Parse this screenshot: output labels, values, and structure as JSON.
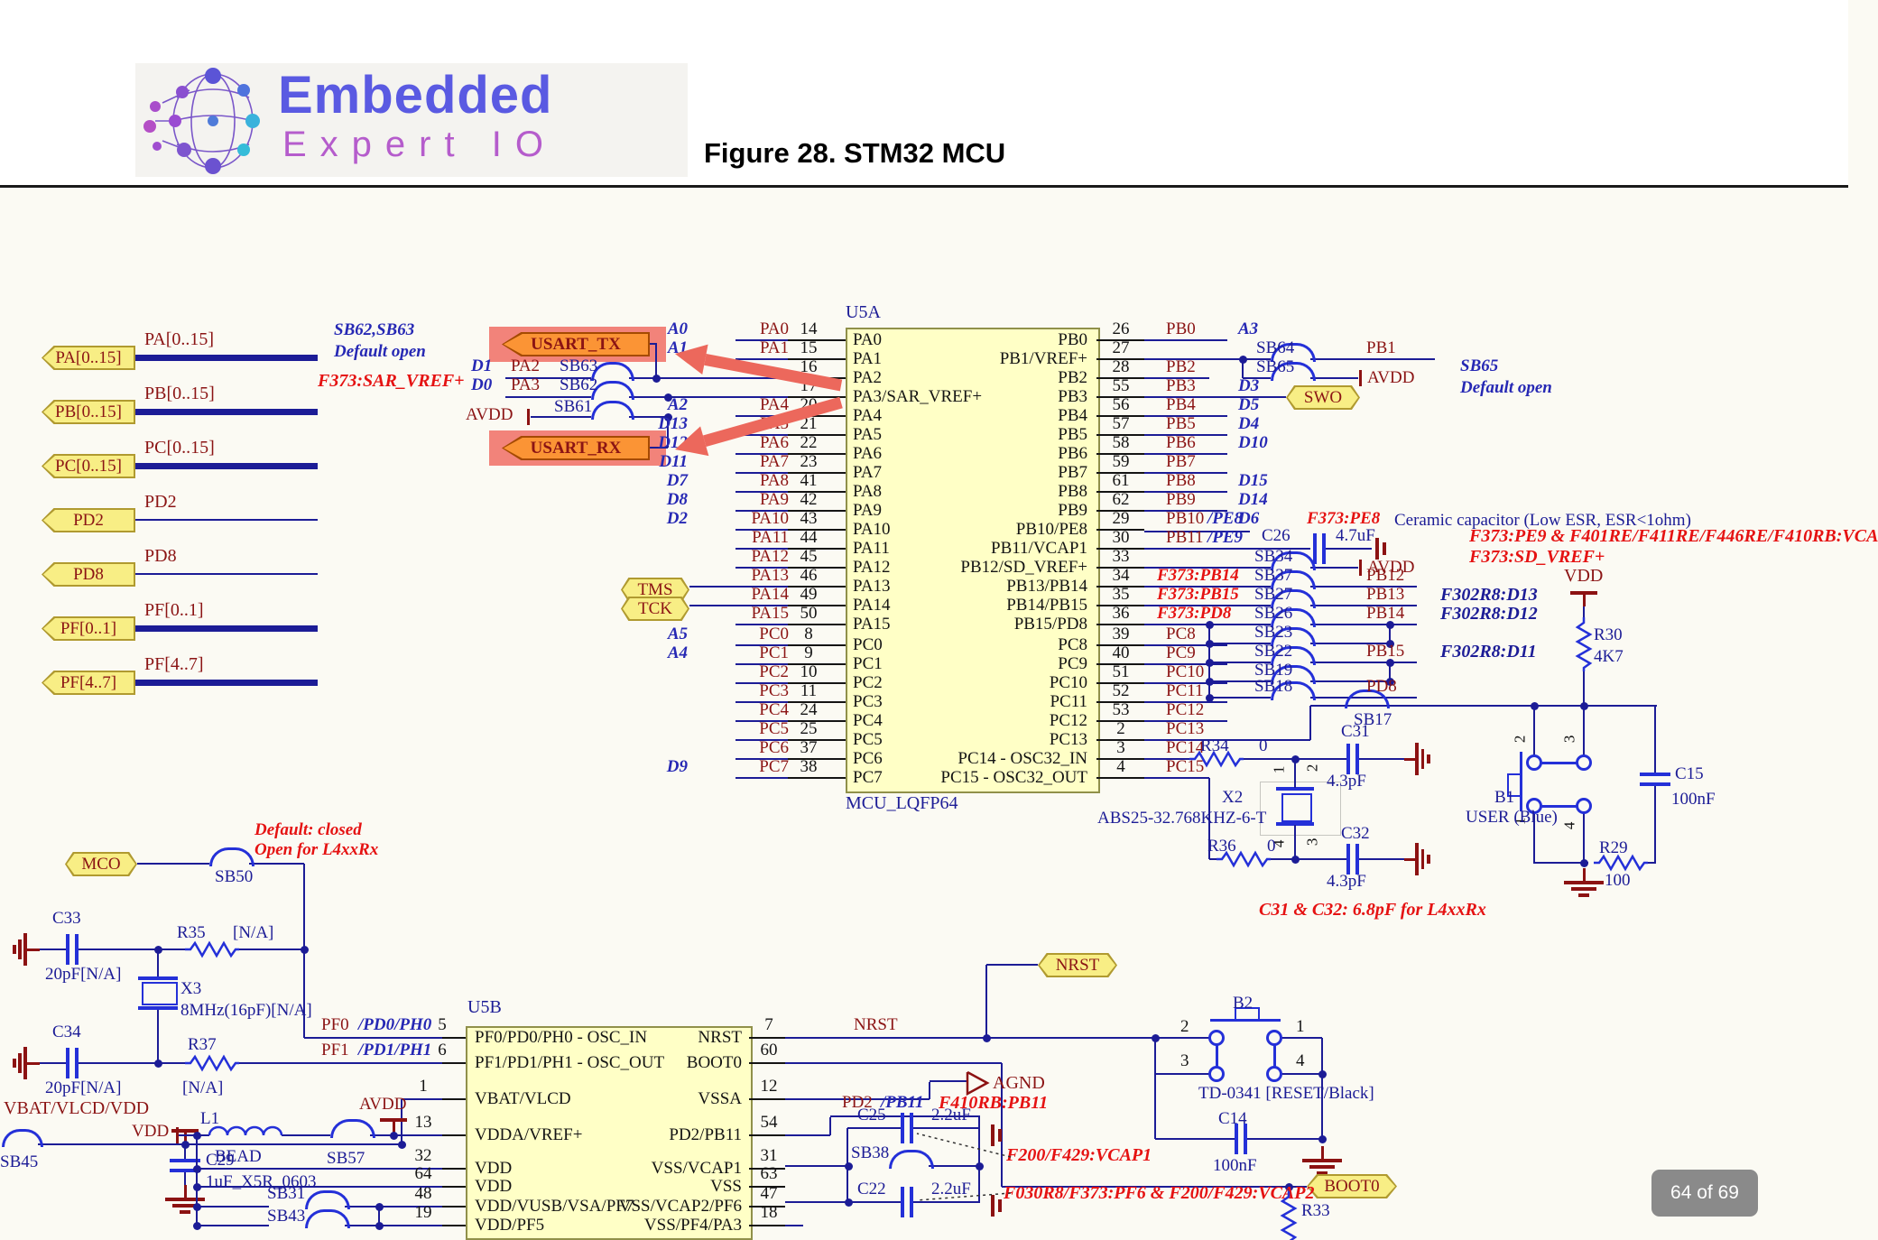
{
  "header": {
    "logo_line1": "Embedded",
    "logo_line2": "Expert IO",
    "title": "Figure 28. STM32 MCU"
  },
  "page_badge": "64 of 69",
  "ports": [
    {
      "tag": "PA[0..15]",
      "net": "PA[0..15]"
    },
    {
      "tag": "PB[0..15]",
      "net": "PB[0..15]"
    },
    {
      "tag": "PC[0..15]",
      "net": "PC[0..15]"
    },
    {
      "tag": "PD2",
      "net": "PD2"
    },
    {
      "tag": "PD8",
      "net": "PD8"
    },
    {
      "tag": "PF[0..1]",
      "net": "PF[0..1]"
    },
    {
      "tag": "PF[4..7]",
      "net": "PF[4..7]"
    }
  ],
  "usart": {
    "note1": "SB62,SB63",
    "note2": "Default open",
    "sar": "F373:SAR_VREF+",
    "tx": "USART_TX",
    "rx": "USART_RX",
    "d1": "D1",
    "d0": "D0",
    "pa2": "PA2",
    "pa3": "PA3",
    "sb63": "SB63",
    "sb62": "SB62",
    "sb61": "SB61",
    "avdd": "AVDD"
  },
  "jtag": {
    "tms": "TMS",
    "tck": "TCK"
  },
  "swo": "SWO",
  "mcu_a": {
    "ref": "U5A",
    "pkg": "MCU_LQFP64",
    "left": [
      {
        "a": "A0",
        "n": "PA0",
        "p": "14",
        "i": "PA0"
      },
      {
        "a": "A1",
        "n": "PA1",
        "p": "15",
        "i": "PA1"
      },
      {
        "a": "",
        "n": "",
        "p": "16",
        "i": "PA2"
      },
      {
        "a": "",
        "n": "",
        "p": "17",
        "i": "PA3/SAR_VREF+"
      },
      {
        "a": "A2",
        "n": "PA4",
        "p": "20",
        "i": "PA4"
      },
      {
        "a": "D13",
        "n": "PA5",
        "p": "21",
        "i": "PA5"
      },
      {
        "a": "D12",
        "n": "PA6",
        "p": "22",
        "i": "PA6"
      },
      {
        "a": "D11",
        "n": "PA7",
        "p": "23",
        "i": "PA7"
      },
      {
        "a": "D7",
        "n": "PA8",
        "p": "41",
        "i": "PA8"
      },
      {
        "a": "D8",
        "n": "PA9",
        "p": "42",
        "i": "PA9"
      },
      {
        "a": "D2",
        "n": "PA10",
        "p": "43",
        "i": "PA10"
      },
      {
        "a": "",
        "n": "PA11",
        "p": "44",
        "i": "PA11"
      },
      {
        "a": "",
        "n": "PA12",
        "p": "45",
        "i": "PA12"
      },
      {
        "a": "",
        "n": "PA13",
        "p": "46",
        "i": "PA13"
      },
      {
        "a": "",
        "n": "PA14",
        "p": "49",
        "i": "PA14"
      },
      {
        "a": "",
        "n": "PA15",
        "p": "50",
        "i": "PA15"
      },
      {
        "a": "A5",
        "n": "PC0",
        "p": "8",
        "i": "PC0"
      },
      {
        "a": "A4",
        "n": "PC1",
        "p": "9",
        "i": "PC1"
      },
      {
        "a": "",
        "n": "PC2",
        "p": "10",
        "i": "PC2"
      },
      {
        "a": "",
        "n": "PC3",
        "p": "11",
        "i": "PC3"
      },
      {
        "a": "",
        "n": "PC4",
        "p": "24",
        "i": "PC4"
      },
      {
        "a": "",
        "n": "PC5",
        "p": "25",
        "i": "PC5"
      },
      {
        "a": "",
        "n": "PC6",
        "p": "37",
        "i": "PC6"
      },
      {
        "a": "D9",
        "n": "PC7",
        "p": "38",
        "i": "PC7"
      }
    ],
    "right": [
      {
        "i": "PB0",
        "p": "26",
        "n": "PB0",
        "alt": "",
        "a": "A3",
        "note": ""
      },
      {
        "i": "PB1/VREF+",
        "p": "27",
        "n": "",
        "alt": "",
        "a": "",
        "note": ""
      },
      {
        "i": "PB2",
        "p": "28",
        "n": "PB2",
        "alt": "",
        "a": "",
        "note": ""
      },
      {
        "i": "PB3",
        "p": "55",
        "n": "PB3",
        "alt": "",
        "a": "D3",
        "note": ""
      },
      {
        "i": "PB4",
        "p": "56",
        "n": "PB4",
        "alt": "",
        "a": "D5",
        "note": ""
      },
      {
        "i": "PB5",
        "p": "57",
        "n": "PB5",
        "alt": "",
        "a": "D4",
        "note": ""
      },
      {
        "i": "PB6",
        "p": "58",
        "n": "PB6",
        "alt": "",
        "a": "D10",
        "note": ""
      },
      {
        "i": "PB7",
        "p": "59",
        "n": "PB7",
        "alt": "",
        "a": "",
        "note": ""
      },
      {
        "i": "PB8",
        "p": "61",
        "n": "PB8",
        "alt": "",
        "a": "D15",
        "note": ""
      },
      {
        "i": "PB9",
        "p": "62",
        "n": "PB9",
        "alt": "",
        "a": "D14",
        "note": ""
      },
      {
        "i": "PB10/PE8",
        "p": "29",
        "n": "PB10",
        "alt": "/PE8",
        "a": "D6",
        "note": "F373:PE8"
      },
      {
        "i": "PB11/VCAP1",
        "p": "30",
        "n": "PB11",
        "alt": "/PE9",
        "a": "",
        "note": ""
      },
      {
        "i": "PB12/SD_VREF+",
        "p": "33",
        "n": "",
        "alt": "",
        "a": "",
        "note": ""
      },
      {
        "i": "PB13/PB14",
        "p": "34",
        "n": "",
        "alt": "",
        "a": "",
        "note": "F373:PB14"
      },
      {
        "i": "PB14/PB15",
        "p": "35",
        "n": "",
        "alt": "",
        "a": "",
        "note": "F373:PB15"
      },
      {
        "i": "PB15/PD8",
        "p": "36",
        "n": "",
        "alt": "",
        "a": "",
        "note": "F373:PD8"
      },
      {
        "i": "PC8",
        "p": "39",
        "n": "PC8",
        "alt": "",
        "a": "",
        "note": ""
      },
      {
        "i": "PC9",
        "p": "40",
        "n": "PC9",
        "alt": "",
        "a": "",
        "note": ""
      },
      {
        "i": "PC10",
        "p": "51",
        "n": "PC10",
        "alt": "",
        "a": "",
        "note": ""
      },
      {
        "i": "PC11",
        "p": "52",
        "n": "PC11",
        "alt": "",
        "a": "",
        "note": ""
      },
      {
        "i": "PC12",
        "p": "53",
        "n": "PC12",
        "alt": "",
        "a": "",
        "note": ""
      },
      {
        "i": "PC13",
        "p": "2",
        "n": "PC13",
        "alt": "",
        "a": "",
        "note": ""
      },
      {
        "i": "PC14 - OSC32_IN",
        "p": "3",
        "n": "PC14",
        "alt": "",
        "a": "",
        "note": ""
      },
      {
        "i": "PC15 - OSC32_OUT",
        "p": "4",
        "n": "PC15",
        "alt": "",
        "a": "",
        "note": ""
      }
    ]
  },
  "pb1grp": {
    "sb64": "SB64",
    "sb65": "SB65",
    "pb1": "PB1",
    "avdd": "AVDD",
    "note1": "SB65",
    "note2": "Default open"
  },
  "vcap": {
    "cer": "Ceramic capacitor (Low ESR, ESR<1ohm)",
    "c26": "C26",
    "v26": "4.7uF",
    "sb34": "SB34",
    "avdd": "AVDD",
    "red1": "F373:PE9 & F401RE/F411RE/F446RE/F410RB:VCA",
    "red2": "F373:SD_VREF+"
  },
  "ladder": [
    {
      "sb": "SB37",
      "net": "PB12",
      "note": ""
    },
    {
      "sb": "SB27",
      "net": "PB13",
      "note": "F302R8:D13"
    },
    {
      "sb": "SB26",
      "net": "PB14",
      "note": "F302R8:D12"
    },
    {
      "sb": "SB23",
      "net": "",
      "note": ""
    },
    {
      "sb": "SB22",
      "net": "PB15",
      "note": "F302R8:D11"
    },
    {
      "sb": "SB19",
      "net": "",
      "note": ""
    },
    {
      "sb": "SB18",
      "net": "PD8",
      "note": ""
    }
  ],
  "pullup": {
    "vdd": "VDD",
    "r": "R30",
    "v": "4K7"
  },
  "osc32": {
    "sb17": "SB17",
    "c31": "C31",
    "v31": "4.3pF",
    "c32": "C32",
    "v32": "4.3pF",
    "r34": "R34",
    "z": "0",
    "r36": "R36",
    "x2": "X2",
    "x2v": "ABS25-32.768KHZ-6-T",
    "p1": "1",
    "p2": "2",
    "p3": "3",
    "p4": "4",
    "note": "C31 & C32: 6.8pF for L4xxRx"
  },
  "btn1": {
    "ref": "B1",
    "name": "USER (Blue)",
    "p1": "1",
    "p2": "2",
    "p3": "3",
    "p4": "4",
    "c15": "C15",
    "v15": "100nF",
    "r29": "R29",
    "v29": "100"
  },
  "mco": {
    "tag": "MCO",
    "sb50": "SB50",
    "n1": "Default: closed",
    "n2": "Open for L4xxRx"
  },
  "hse": {
    "c33": "C33",
    "v33": "20pF[N/A]",
    "c34": "C34",
    "v34": "20pF[N/A]",
    "r35": "R35",
    "na": "[N/A]",
    "r37": "R37",
    "x3": "X3",
    "x3v": "8MHz(16pF)[N/A]"
  },
  "pf": {
    "pf0": "PF0",
    "pf0a": "/PD0/PH0",
    "p5": "5",
    "pf1": "PF1",
    "pf1a": "/PD1/PH1",
    "p6": "6"
  },
  "pwr": {
    "vbat": "VBAT/VLCD/VDD",
    "sb45": "SB45",
    "c29": "C29",
    "v29": "1uF_X5R_0603",
    "vdd": "VDD",
    "l1": "L1",
    "bead": "BEAD",
    "sb57": "SB57",
    "avdd": "AVDD",
    "sb31": "SB31",
    "sb43": "SB43"
  },
  "mcu_b": {
    "ref": "U5B",
    "rows": [
      {
        "ln": "5",
        "l": "PF0/PD0/PH0 - OSC_IN",
        "r": "NRST",
        "rn": "7"
      },
      {
        "ln": "6",
        "l": "PF1/PD1/PH1 - OSC_OUT",
        "r": "BOOT0",
        "rn": "60"
      },
      {
        "ln": "1",
        "l": "VBAT/VLCD",
        "r": "VSSA",
        "rn": "12"
      },
      {
        "ln": "13",
        "l": "VDDA/VREF+",
        "r": "PD2/PB11",
        "rn": "54"
      },
      {
        "ln": "32",
        "l": "VDD",
        "r": "VSS/VCAP1",
        "rn": "31"
      },
      {
        "ln": "64",
        "l": "VDD",
        "r": "VSS",
        "rn": "63"
      },
      {
        "ln": "48",
        "l": "VDD/VUSB/VSA/PF7",
        "r": "VSS/VCAP2/PF6",
        "rn": "47"
      },
      {
        "ln": "19",
        "l": "VDD/PF5",
        "r": "VSS/PF4/PA3",
        "rn": "18"
      }
    ]
  },
  "nrst": {
    "net": "NRST",
    "tag": "NRST"
  },
  "agnd": "AGND",
  "vcap2": {
    "pd2": "PD2",
    "pb11": "/PB11",
    "red": "F410RB:PB11",
    "c25": "C25",
    "v25": "2.2uF",
    "sb38": "SB38",
    "c22": "C22",
    "v22": "2.2uF",
    "red1": "F200/F429:VCAP1",
    "red2": "F030R8/F373:PF6 & F200/F429:VCAP2"
  },
  "btn2": {
    "ref": "B2",
    "p1": "1",
    "p2": "2",
    "p3": "3",
    "p4": "4",
    "name": "TD-0341 [RESET/Black]",
    "c14": "C14",
    "v14": "100nF"
  },
  "boot": {
    "tag": "BOOT0",
    "r33": "R33"
  }
}
